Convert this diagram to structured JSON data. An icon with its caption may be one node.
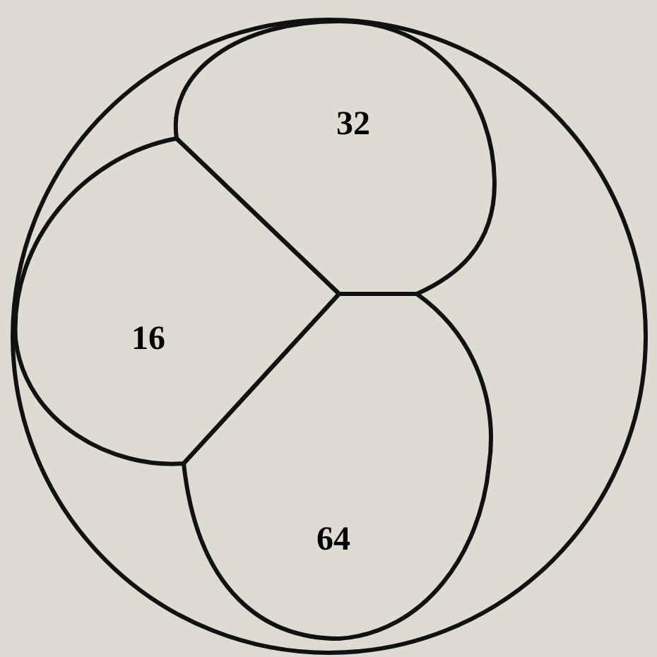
{
  "diagram": {
    "nodes": [
      {
        "text": [],
        "shape": "circle"
      },
      {
        "text": [
          "32"
        ],
        "in": 0
      },
      {
        "text": [
          "16"
        ],
        "in": 0
      },
      {
        "text": [
          "64"
        ],
        "in": 0
      }
    ]
  }
}
